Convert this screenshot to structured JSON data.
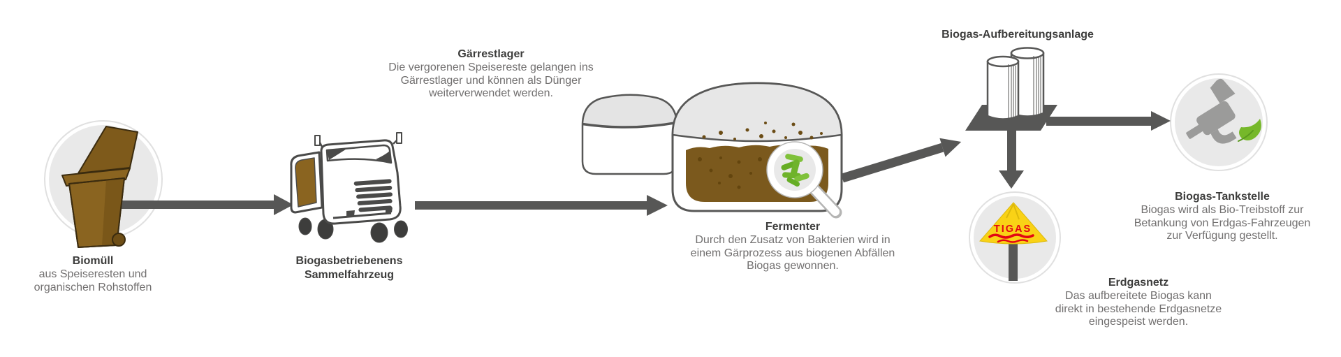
{
  "stations": {
    "biomuell": {
      "title": "Biomüll",
      "description_lines": [
        "aus Speiseresten und",
        "organischen Rohstoffen"
      ]
    },
    "sammelfahrzeug": {
      "title_lines": [
        "Biogasbetriebenens",
        "Sammelfahrzeug"
      ]
    },
    "gaerrestlager": {
      "title": "Gärrestlager",
      "description_lines": [
        "Die vergorenen Speisereste gelangen ins",
        "Gärrestlager und können als Dünger",
        "weiterverwendet werden."
      ]
    },
    "fermenter": {
      "title": "Fermenter",
      "description_lines": [
        "Durch den Zusatz von Bakterien wird in",
        "einem Gärprozess aus biogenen Abfällen",
        "Biogas gewonnen."
      ]
    },
    "aufbereitungsanlage": {
      "title": "Biogas-Aufbereitungsanlage"
    },
    "erdgasnetz": {
      "title": "Erdgasnetz",
      "sign_label": "TIGAS",
      "description_lines": [
        "Das aufbereitete Biogas kann",
        "direkt in bestehende Erdgasnetze",
        "eingespeist werden."
      ]
    },
    "tankstelle": {
      "title": "Biogas-Tankstelle",
      "description_lines": [
        "Biogas wird als Bio-Treibstoff zur",
        "Betankung von Erdgas-Fahrzeugen",
        "zur Verfügung gestellt."
      ]
    }
  },
  "colors": {
    "arrow": "#575756",
    "outline": "#4a4a49",
    "bin_outline": "#3a2b0f",
    "brown": "#8a6420",
    "brown_dark": "#7a5719",
    "lid_brown": "#7e5a1b",
    "wheel_brown": "#6e4e16",
    "liquid": "#7b591d",
    "bubble": "#6b4c15",
    "bubble_dark": "#63450e",
    "dome": "#e7e7e7",
    "dome_light": "#e4e4e4",
    "circle": "#e9e9e9",
    "ring": "#e0e0e0",
    "yellow": "#f9d216",
    "yellow_shade": "#ddb90c",
    "red": "#e30613",
    "green": "#6fb32b",
    "green_light": "#7fc13a",
    "green_dark": "#66ad25",
    "leaf": "#76b82a",
    "leaf_stem": "#5a9a1e",
    "pump": "#9b9b9a",
    "magnifier_edge": "#b5b5b4",
    "wheel": "#3d3d3c",
    "title": "#3d3d3c",
    "body": "#716f6f"
  }
}
